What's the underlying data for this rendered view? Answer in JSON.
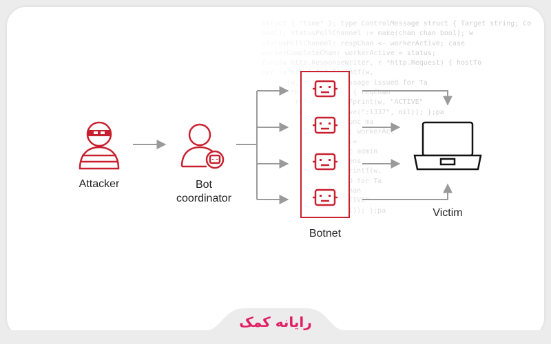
{
  "code_background": [
    "struct { \"time\" }; type ControlMessage struct { Target string; Co",
    "bool); statusPollChannel := make(chan chan bool); w",
    "statusPollChannel: respChan <- workerActive; case",
    "workerCompleteChan: workerActive = status;",
    "func(w http.ResponseWriter, r *http.Request) { hostTo",
    "err != nil { fmt.Fprintf(w,",
    "(w, \"Control message issued for Ta",
    "*http.Request) { reqChan",
    "result { fmt.Fprint(w, \"ACTIVE\"",
    "ListenAndServe(\":1337\", nil)); };pa",
    "int64; }; func ma",
    "chan bool); workerAct",
    "case msg :=",
    "})); func admin",
    "hostTokens",
    "fmt.Fprintf(w,",
    "issued for Ta",
    "reqChan",
    "\"ACTIVE\"",
    "nil)); };pa"
  ],
  "nodes": {
    "attacker": "Attacker",
    "coordinator_line1": "Bot",
    "coordinator_line2": "coordinator",
    "botnet": "Botnet",
    "victim": "Victim"
  },
  "brand": "رایانه کمک",
  "colors": {
    "accent_red": "#c8202f",
    "arrow_gray": "#9a9a9a",
    "brand_pink": "#e11d63"
  }
}
